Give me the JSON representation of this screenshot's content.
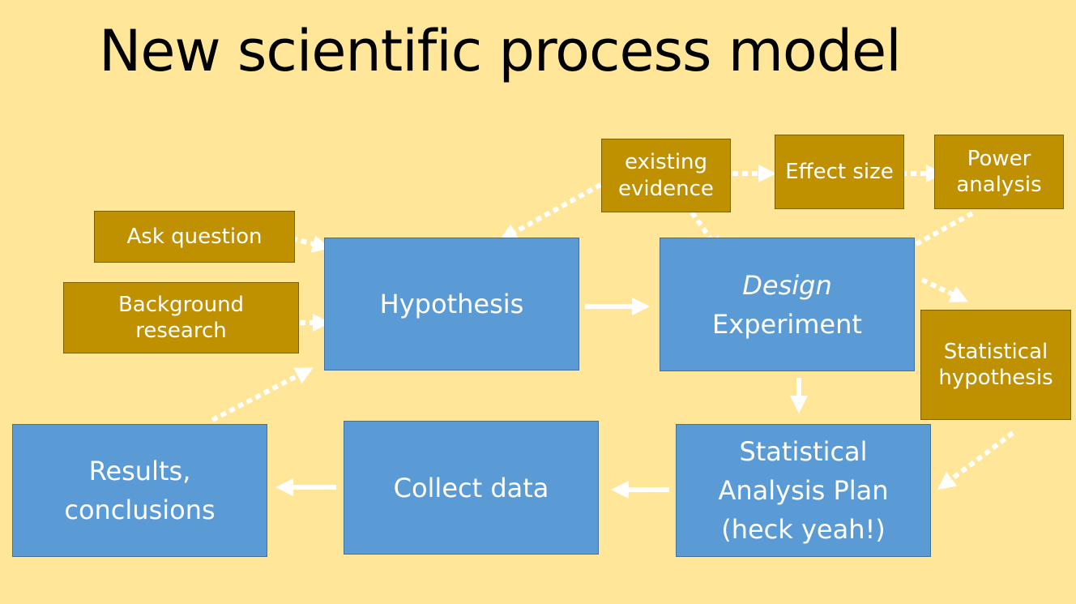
{
  "title": "New scientific process model",
  "boxes": {
    "ask_question": "Ask question",
    "background_research": {
      "line1": "Background",
      "line2": "research"
    },
    "hypothesis": "Hypothesis",
    "design_experiment": {
      "line1": "Design",
      "line2": "Experiment"
    },
    "existing_evidence": {
      "line1": "existing",
      "line2": "evidence"
    },
    "effect_size": "Effect size",
    "power_analysis": {
      "line1": "Power",
      "line2": "analysis"
    },
    "statistical_hypothesis": {
      "line1": "Statistical",
      "line2": "hypothesis"
    },
    "statistical_analysis_plan": {
      "line1": "Statistical",
      "line2": "Analysis Plan",
      "line3": "(heck yeah!)"
    },
    "collect_data": "Collect data",
    "results_conclusions": {
      "line1": "Results,",
      "line2": "conclusions"
    }
  },
  "colors": {
    "background": "#FFE699",
    "process_box": "#5B9BD5",
    "input_box": "#BF9000",
    "arrow": "#FFFFFF"
  }
}
